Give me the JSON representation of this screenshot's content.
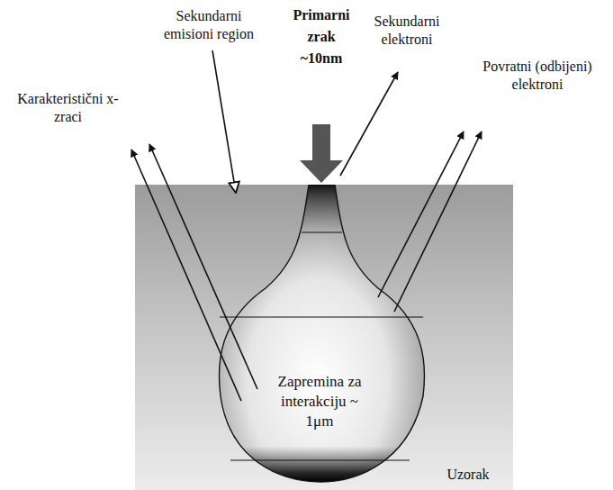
{
  "diagram": {
    "nodes": [
      {
        "text": [
          "Uzorak"
        ]
      },
      {
        "text": [
          "Zapremina za interakciju ~ 1μm"
        ],
        "in": 0
      }
    ],
    "labels": [
      "Sekundarni emisioni region",
      "Primarni zrak ~10nm",
      "Sekundarni elektroni",
      "Karakteristični x-zraci",
      "Povratni (odbijeni) elektroni"
    ]
  }
}
